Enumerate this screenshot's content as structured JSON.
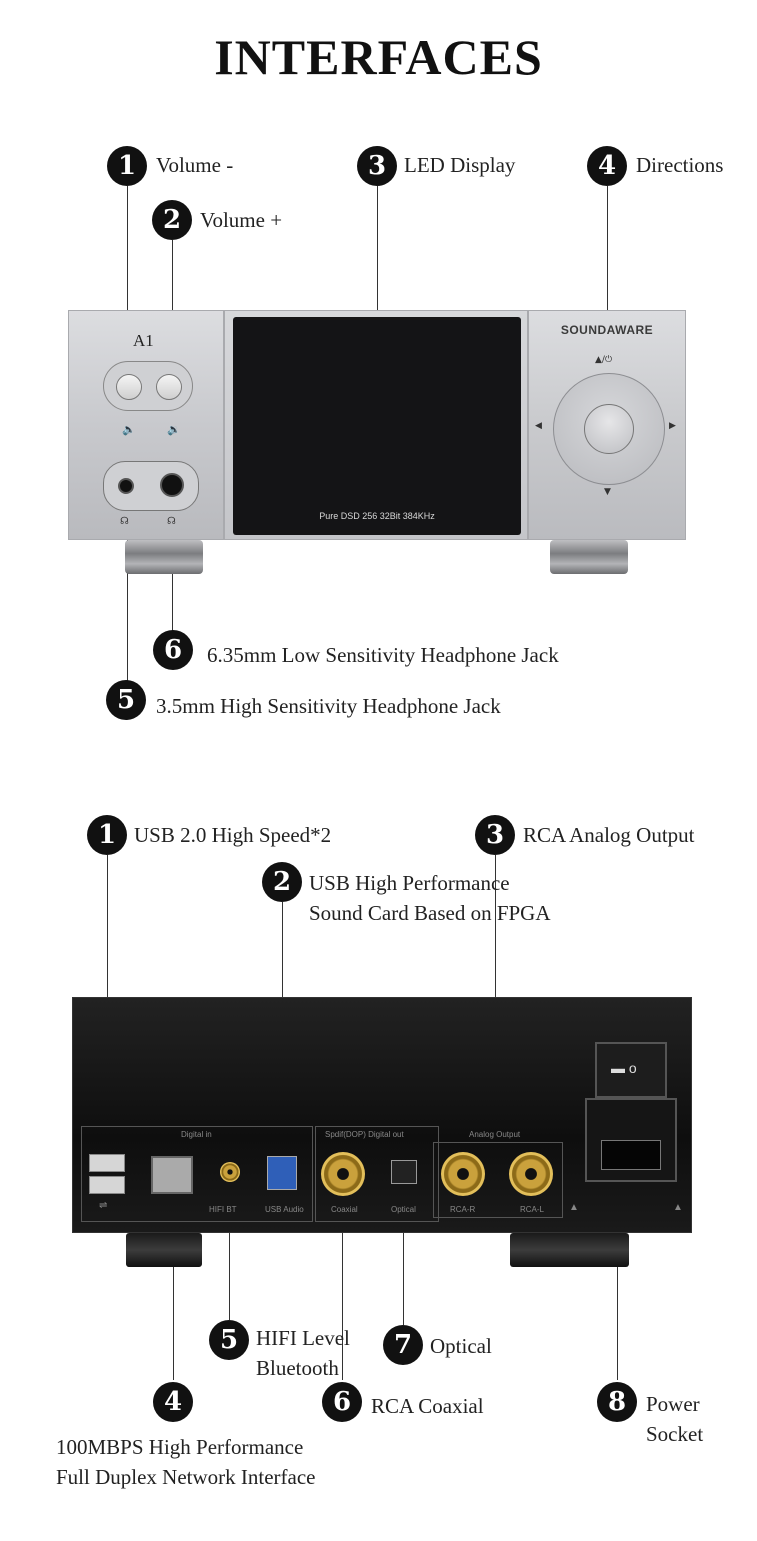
{
  "title": "INTERFACES",
  "front": {
    "labels": [
      {
        "num": "1",
        "text": "Volume -"
      },
      {
        "num": "2",
        "text": "Volume +"
      },
      {
        "num": "3",
        "text": "LED Display"
      },
      {
        "num": "4",
        "text": "Directions"
      },
      {
        "num": "6",
        "text": "6.35mm Low Sensitivity Headphone Jack"
      },
      {
        "num": "5",
        "text": "3.5mm High Sensitivity Headphone Jack"
      }
    ],
    "device": {
      "model": "A1",
      "brand": "SOUNDAWARE",
      "screen_text": "Pure DSD 256 32Bit 384KHz",
      "power_symbol": "▲/⏻"
    }
  },
  "rear": {
    "labels": [
      {
        "num": "1",
        "text": "USB 2.0 High Speed*2"
      },
      {
        "num": "2",
        "text": "USB High Performance",
        "text2": "Sound Card Based on FPGA"
      },
      {
        "num": "3",
        "text": "RCA Analog Output"
      },
      {
        "num": "5",
        "text": "HIFI Level",
        "text2": "Bluetooth"
      },
      {
        "num": "7",
        "text": "Optical"
      },
      {
        "num": "4",
        "text": "100MBPS High Performance",
        "text2": "Full Duplex Network Interface"
      },
      {
        "num": "6",
        "text": "RCA Coaxial"
      },
      {
        "num": "8",
        "text": "Power",
        "text2": "Socket"
      }
    ],
    "device": {
      "digital_in": "Digital in",
      "spdif": "Spdif(DOP) Digital out",
      "analog": "Analog Output",
      "hifi_bt": "HIFI BT",
      "usb_audio": "USB Audio",
      "coaxial": "Coaxial",
      "optical": "Optical",
      "rca_r": "RCA-R",
      "rca_l": "RCA-L"
    }
  }
}
